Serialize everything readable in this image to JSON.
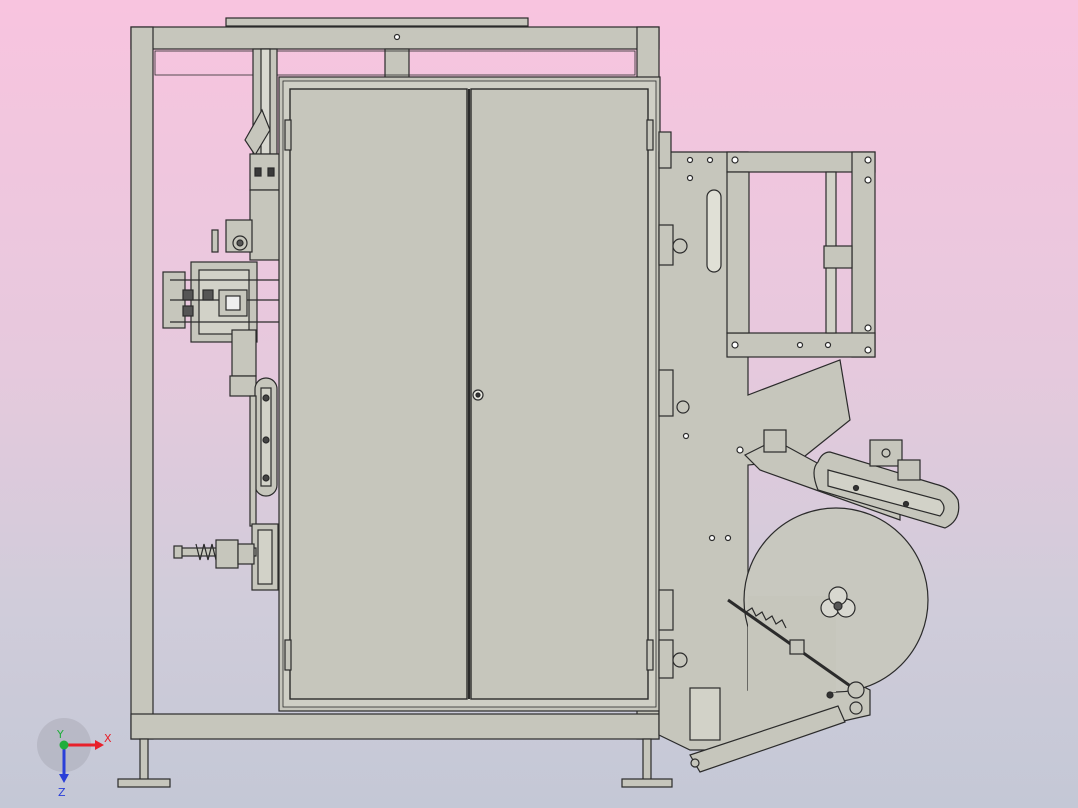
{
  "viewport": {
    "background_top": "#f8c4df",
    "background_bottom": "#c4c8d6"
  },
  "model": {
    "part_fill": "#c6c6bc",
    "part_fill_light": "#d2d2c8",
    "edge_color": "#2b2b2b"
  },
  "triad": {
    "x_label": "X",
    "y_label": "Y",
    "z_label": "Z",
    "x_color": "#e8202a",
    "y_color": "#1fae3a",
    "z_color": "#2a3fd8"
  }
}
